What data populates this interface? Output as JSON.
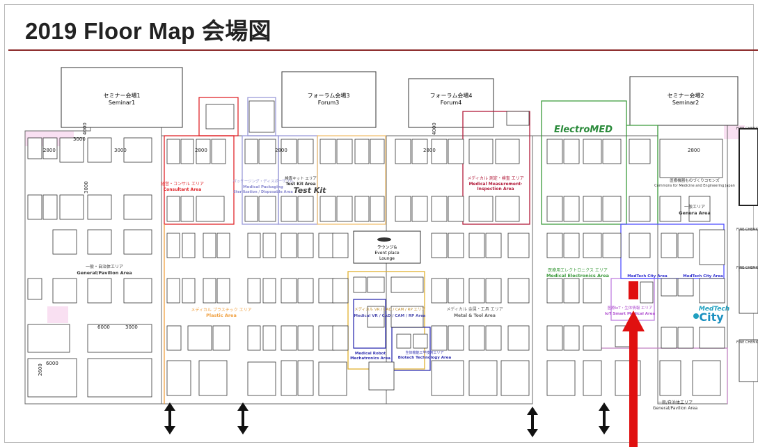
{
  "title": "2019 Floor Map 会場図",
  "seminar1": {
    "jp": "セミナー会場1",
    "en": "Seminar1"
  },
  "forum3": {
    "jp": "フォーラム会場3",
    "en": "Forum3"
  },
  "forum4": {
    "jp": "フォーラム会場4",
    "en": "Forum4"
  },
  "seminar2": {
    "jp": "セミナー会場2",
    "en": "Seminar2"
  },
  "lounge": {
    "jp": "ラウンジ&",
    "en1": "Event place",
    "en2": "Lounge"
  },
  "areas": {
    "consultant": {
      "jp": "経営・コンサル エリア",
      "en": "Consultant Area"
    },
    "packaging": {
      "jp": "パッケージング・ディスポーザブル",
      "en1": "Medical Packaging",
      "en2": "Sterilization / Disposable Area"
    },
    "testkit": {
      "jp": "検査キット エリア",
      "en": "Test Kit Area"
    },
    "inspection": {
      "jp": "メディカル 測定・検査 エリア",
      "en1": "Medical Measurement·",
      "en2": "Inspection Area"
    },
    "genera": {
      "jp": "一般エリア",
      "en": "Genera Area"
    },
    "general_pavilion": {
      "jp": "一般・自治体エリア",
      "en": "General/Pavilion Area"
    },
    "plastic": {
      "jp": "メディカル プラスチック エリア",
      "en": "Plastic Area"
    },
    "vrcad": {
      "jp": "メディカル VR / CAD / CAM / RP エリア",
      "en": "Medical VR / CAD / CAM / RP Area"
    },
    "metal": {
      "jp": "メディカル 金属・工具 エリア",
      "en": "Metal & Tool Area"
    },
    "electronics": {
      "jp": "医療用エレクトロニクス エリア",
      "en": "Medical Electronics Area"
    },
    "medtech_city": {
      "jp": "MedTech City Area",
      "en": "MedTech City Area"
    },
    "iot": {
      "jp": "医療IoT・生体情報 エリア",
      "en": "IoT Smart Medical Area"
    },
    "robot": {
      "en1": "Medical Robot",
      "en2": "Mechatronics Area"
    },
    "biotech": {
      "jp": "生体機能工学技術エリア",
      "en": "Biotech Technology Area"
    },
    "general_pavilion_bottom": {
      "jp": "一般/自治体エリア",
      "en": "General/Pavilion Area"
    },
    "commons": {
      "jp": "医療機器ものづくりコモンズ",
      "en": "Commons for Medicine and Engineering Japan"
    }
  },
  "logos": {
    "electromed": "ElectroMED",
    "medtech_top": "MedTech",
    "medtech_bottom": "City",
    "testkit": "Test Kit"
  },
  "booth_numbers": [
    "2800",
    "2800",
    "2800",
    "2800",
    "3000",
    "3000",
    "4000",
    "4000",
    "3000",
    "2800",
    "6000",
    "3000",
    "6000",
    "2600"
  ],
  "colors": {
    "title_rule": "#8b2a2a",
    "consultant": "#e0262b",
    "packaging": "#9a9ad8",
    "plastic": "#f0a040",
    "inspection": "#b21b3a",
    "electronics": "#3a9a3a",
    "vr": "#e0b030",
    "robot": "#3030b0",
    "medtech": "#5050ff",
    "pink": "#f7c8e8",
    "arrow_red": "#e01010"
  }
}
